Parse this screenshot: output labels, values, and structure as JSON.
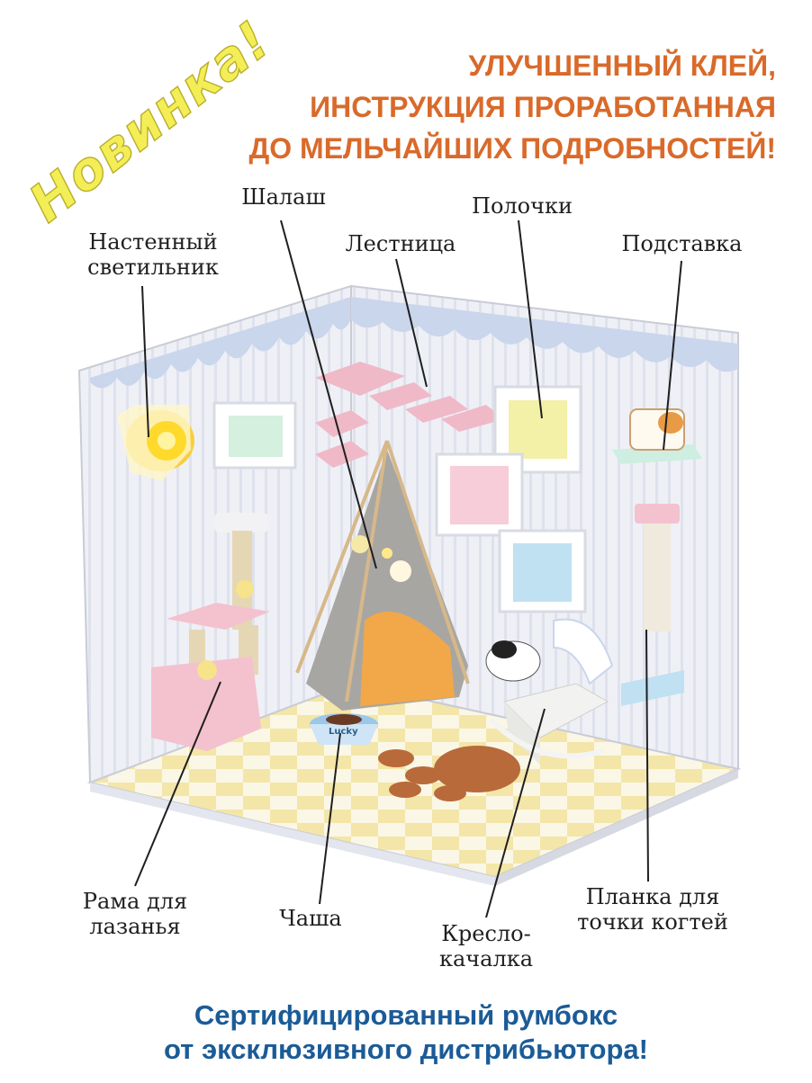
{
  "badge": {
    "text": "Новинка!"
  },
  "headline": {
    "line1": "УЛУЧШЕННЫЙ КЛЕЙ,",
    "line2": "ИНСТРУКЦИЯ ПРОРАБОТАННАЯ",
    "line3": "ДО МЕЛЬЧАЙШИХ ПОДРОБНОСТЕЙ!"
  },
  "labels": {
    "shalash": "Шалаш",
    "polochki": "Полочки",
    "wall_light_1": "Настенный",
    "wall_light_2": "светильник",
    "ladder": "Лестница",
    "stand": "Подставка",
    "frame_1": "Рама для",
    "frame_2": "лазанья",
    "bowl": "Чаша",
    "rocking_1": "Кресло-",
    "rocking_2": "качалка",
    "scratch_1": "Планка для",
    "scratch_2": "точки когтей"
  },
  "bowl_tag": "Lucky",
  "footer": {
    "line1": "Сертифицированный румбокс",
    "line2": "от эксклюзивного дистрибьютора!"
  },
  "colors": {
    "headline": "#d96a2a",
    "footer": "#1b5b97",
    "badge": "#f4ee56"
  }
}
